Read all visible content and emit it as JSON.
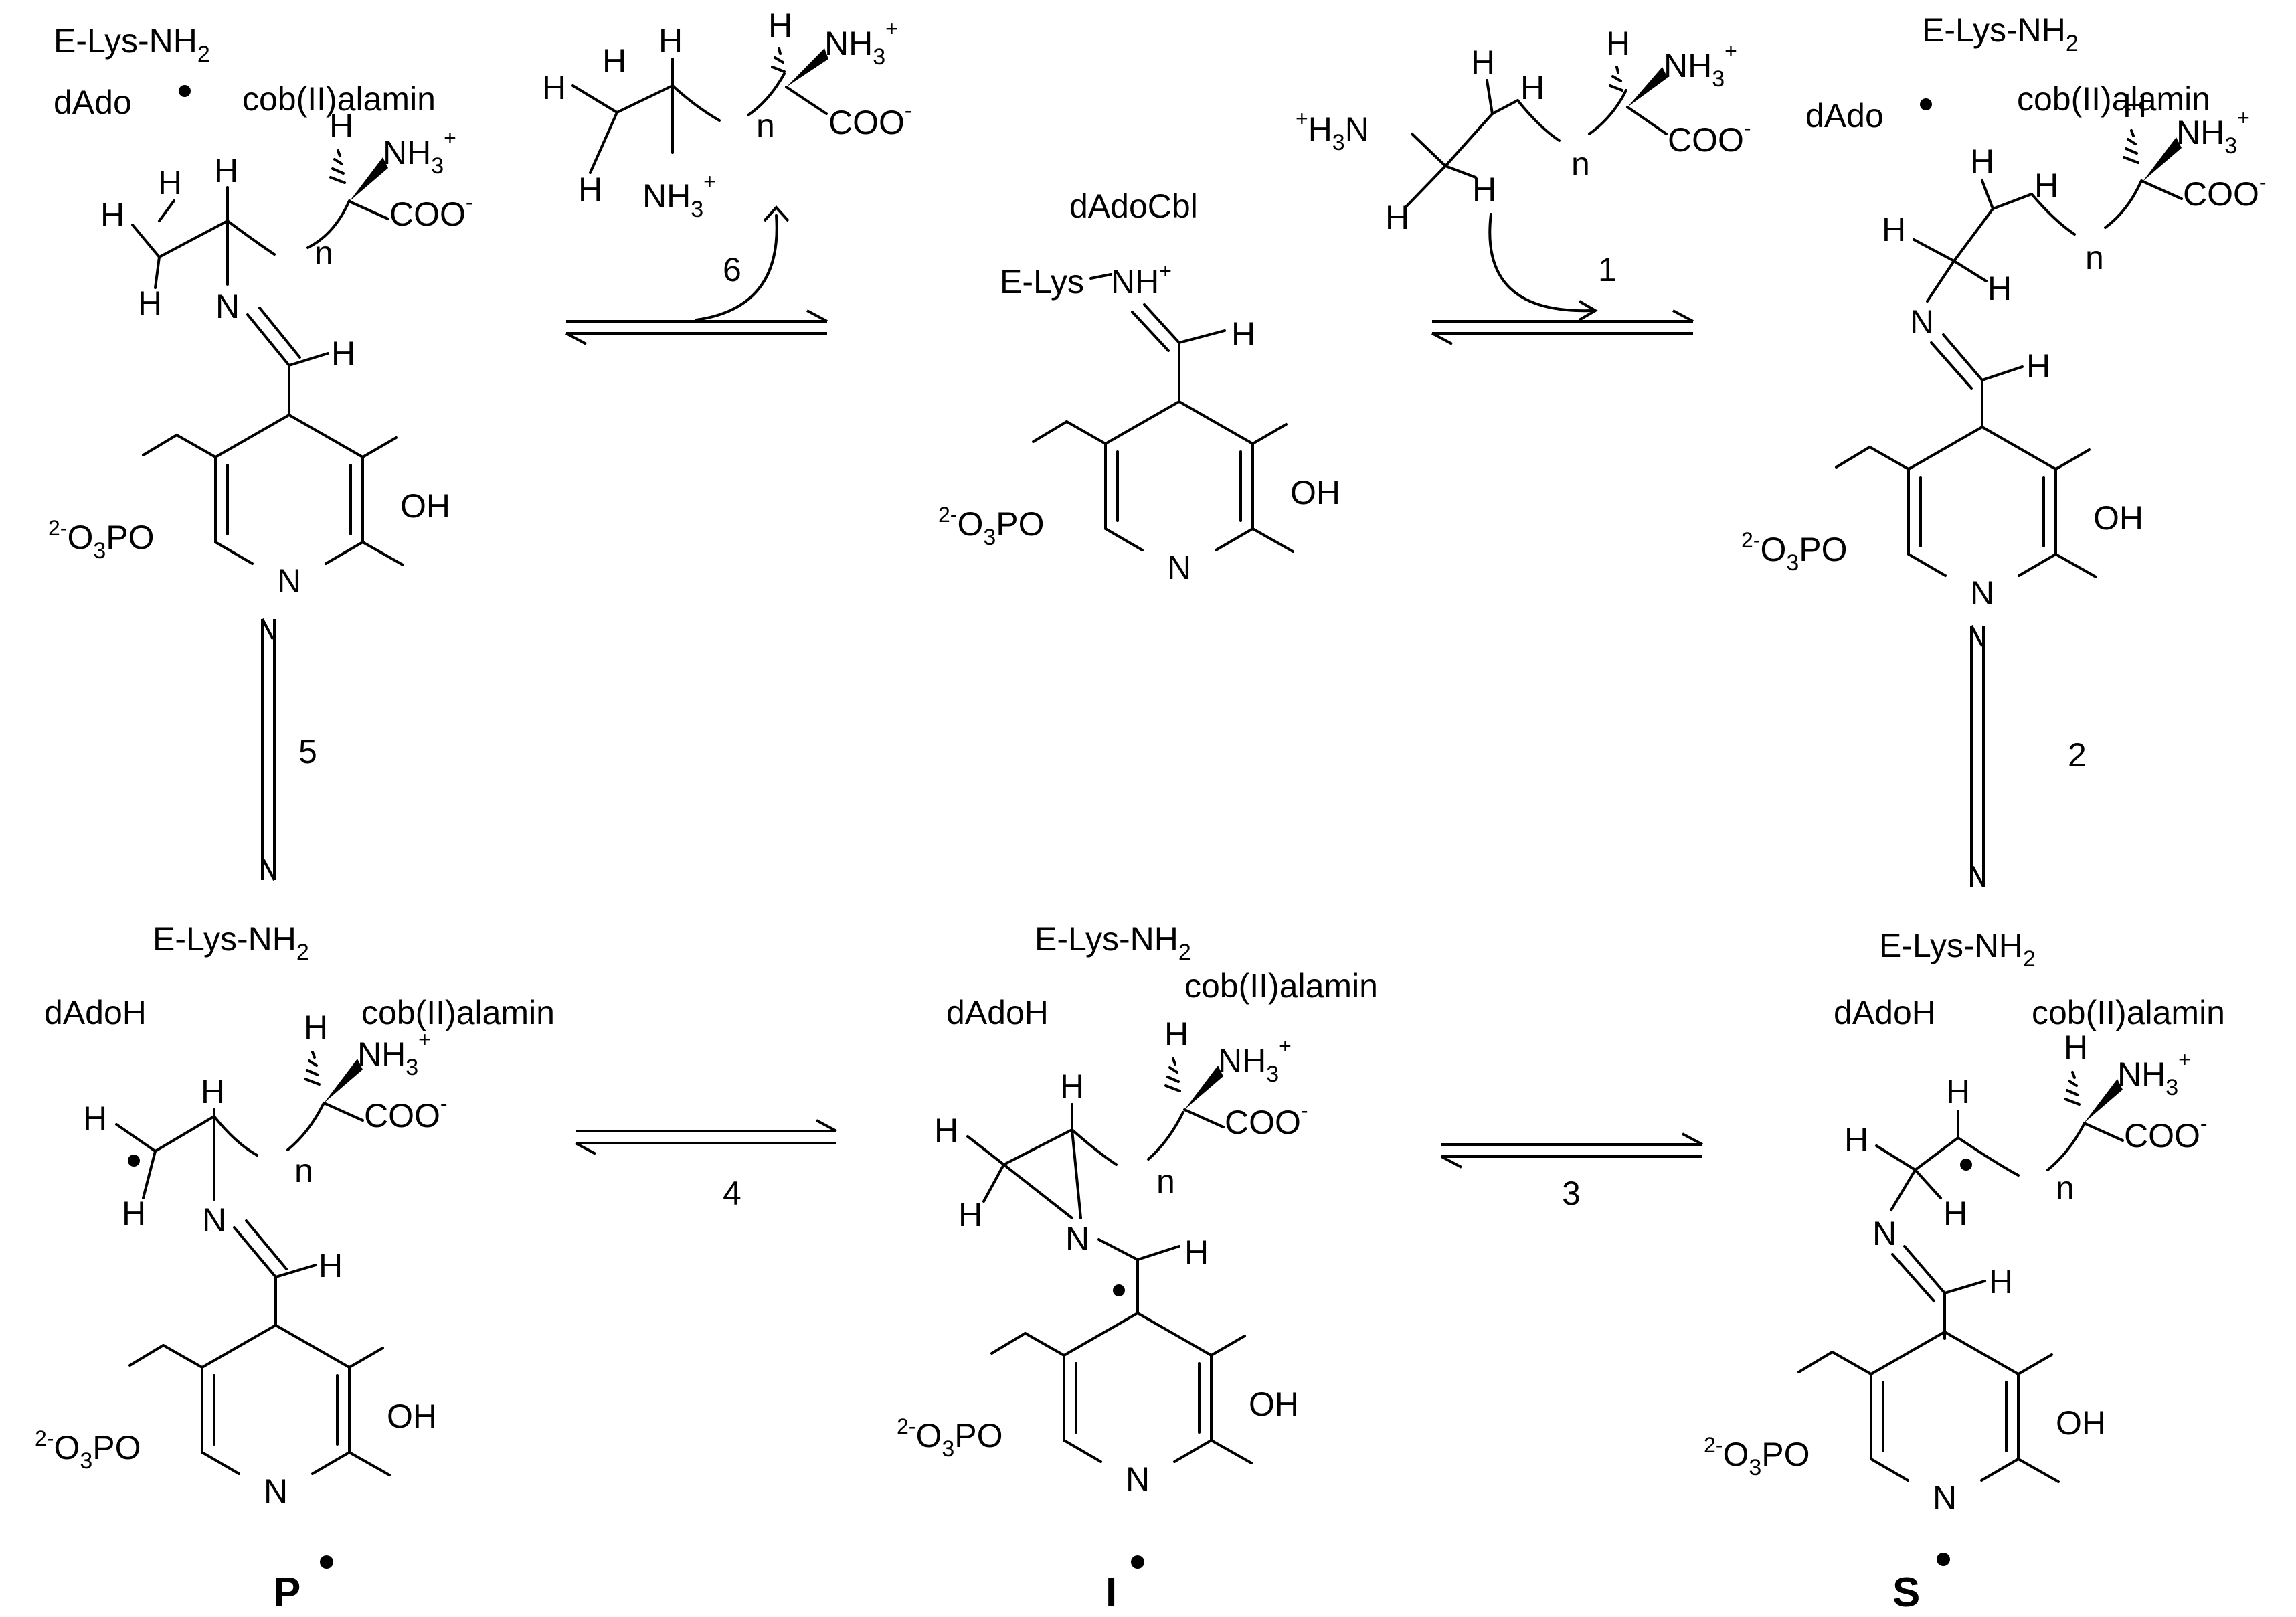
{
  "labels": {
    "enzyme_lysine": "E-Lys-NH",
    "enzyme_lysine_sub": "2",
    "protonated_lysine": "E-Lys",
    "protonated_lysine_nh": "NH",
    "dado_radical": "dAdo",
    "dado_h": "dAdoH",
    "cobalamin": "cob(II)alamin",
    "coenzyme": "dAdoCbl"
  },
  "atoms": {
    "H": "H",
    "N": "N",
    "n": "n",
    "OH": "OH",
    "NH3": "NH",
    "three": "3",
    "plus": "+",
    "COO": "COO",
    "minus": "-",
    "phosphate_charge": "2-",
    "phosphate_o": "O",
    "phosphate_rest": "PO",
    "amine_h": "H",
    "amine_n": "N"
  },
  "steps": [
    "1",
    "2",
    "3",
    "4",
    "5",
    "6"
  ],
  "species": {
    "product_radical": "P",
    "intermediate_radical": "I",
    "substrate_radical": "S"
  }
}
